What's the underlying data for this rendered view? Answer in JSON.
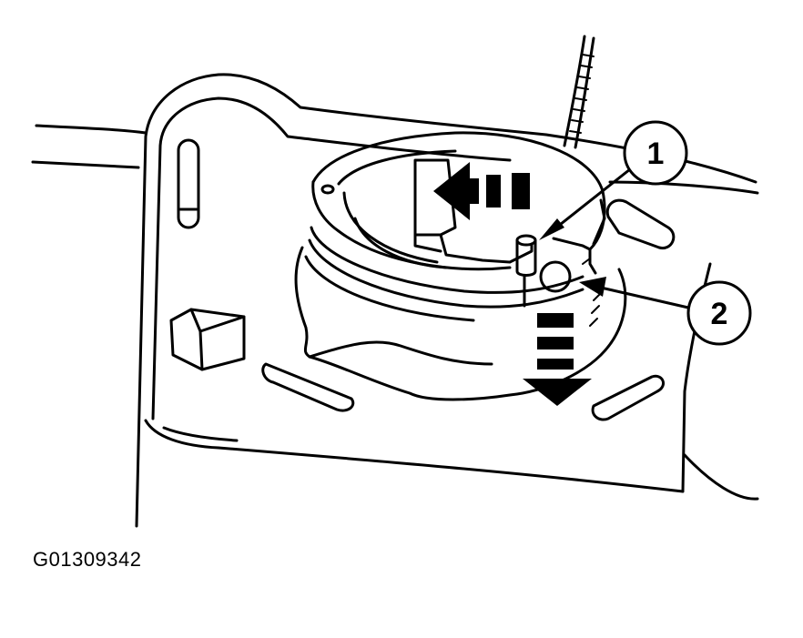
{
  "figure": {
    "id_label": "G01309342"
  },
  "callouts": [
    {
      "number": "1"
    },
    {
      "number": "2"
    }
  ],
  "colors": {
    "ink": "#000000",
    "paper": "#ffffff"
  }
}
